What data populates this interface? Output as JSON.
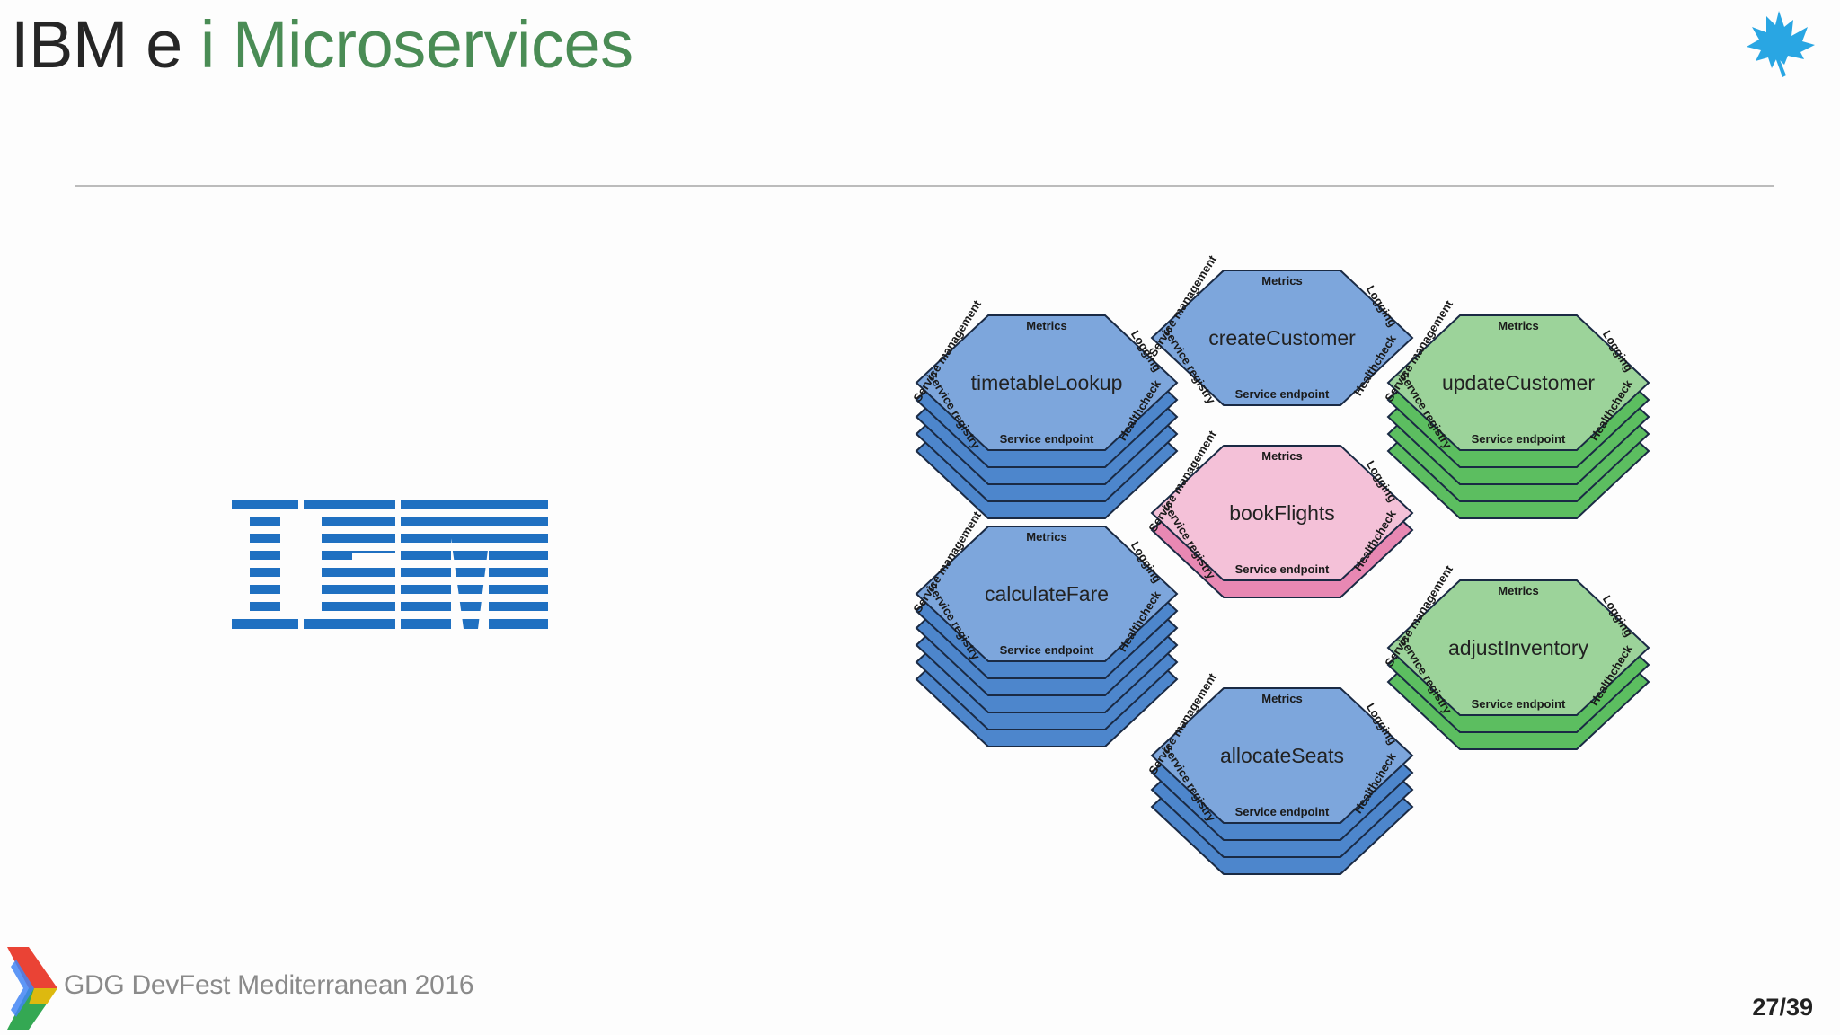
{
  "slide": {
    "title_main": "IBM e",
    "title_accent": "i Microservices",
    "accent_color": "#4a8c55",
    "footer_text": "GDG DevFest Mediterranean 2016",
    "page_current": "27",
    "page_total": "39",
    "page_sep": "/"
  },
  "diagram": {
    "colors": {
      "blue_top": "#7da6dc",
      "blue_side": "#4d86cc",
      "green_top": "#9cd39a",
      "green_side": "#5cbe60",
      "pink_top": "#f4c1d8",
      "pink_side": "#e888b3"
    },
    "edge_labels": {
      "top": "Metrics",
      "right_top": "Logging",
      "right_bottom": "Healthcheck",
      "bottom": "Service endpoint",
      "left_bottom": "Service registry",
      "left_top": "Service management"
    },
    "services": [
      {
        "name": "createCustomer",
        "color": "blue"
      },
      {
        "name": "timetableLookup",
        "color": "blue"
      },
      {
        "name": "updateCustomer",
        "color": "green"
      },
      {
        "name": "bookFlights",
        "color": "pink"
      },
      {
        "name": "calculateFare",
        "color": "blue"
      },
      {
        "name": "adjustInventory",
        "color": "green"
      },
      {
        "name": "allocateSeats",
        "color": "blue"
      }
    ]
  }
}
